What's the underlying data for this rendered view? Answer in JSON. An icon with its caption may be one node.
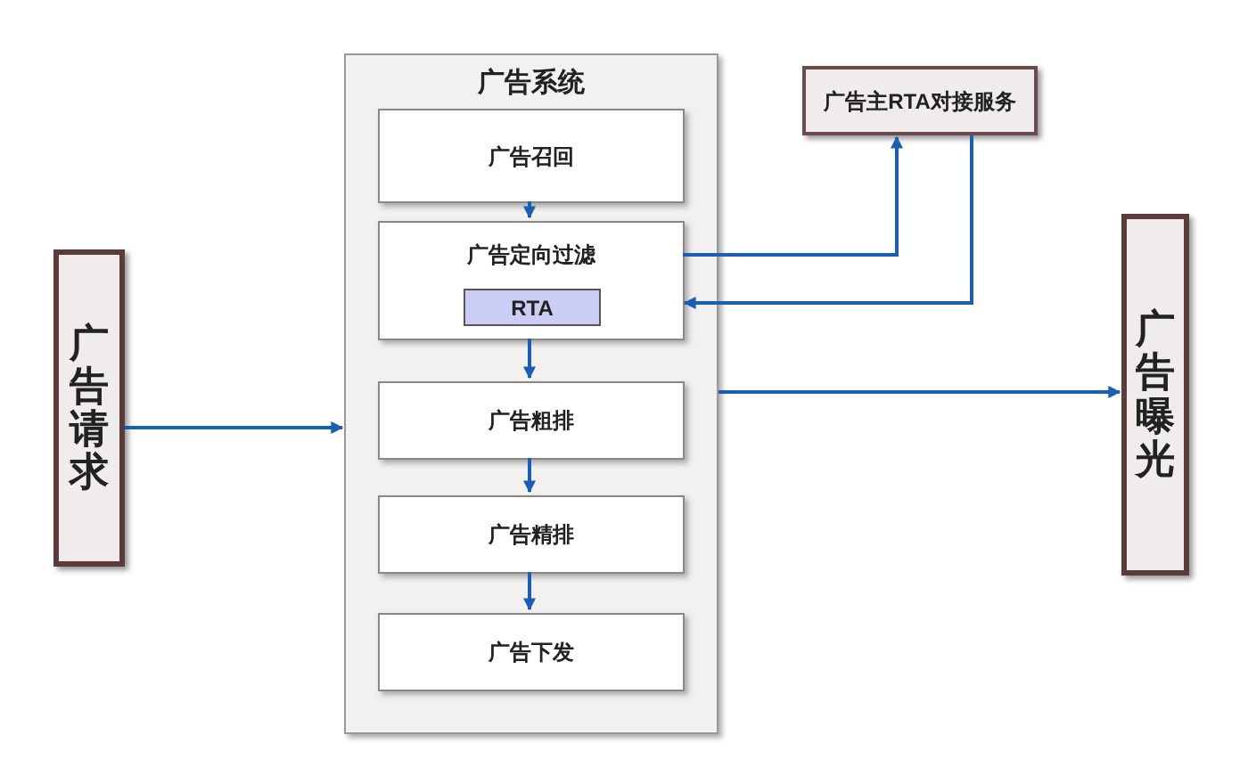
{
  "diagram": {
    "nodes": [
      {
        "text": [
          "广告请求"
        ]
      },
      {
        "text": [
          "广告系统"
        ]
      },
      {
        "text": [
          "广告召回"
        ],
        "in": 1
      },
      {
        "text": [
          "广告定向过滤"
        ],
        "in": 1
      },
      {
        "text": [
          "RTA"
        ],
        "in": 3
      },
      {
        "text": [
          "广告粗排"
        ],
        "in": 1
      },
      {
        "text": [
          "广告精排"
        ],
        "in": 1
      },
      {
        "text": [
          "广告下发"
        ],
        "in": 1
      },
      {
        "text": [
          "广告主RTA对接服务"
        ]
      },
      {
        "text": [
          "广告曝光"
        ]
      }
    ],
    "edges": [
      {
        "from": 0,
        "to": 1,
        "arrow": "to"
      },
      {
        "from": 2,
        "to": 3,
        "arrow": "to"
      },
      {
        "from": 3,
        "to": 5,
        "arrow": "to"
      },
      {
        "from": 5,
        "to": 6,
        "arrow": "to"
      },
      {
        "from": 6,
        "to": 7,
        "arrow": "to"
      },
      {
        "from": 3,
        "to": 8,
        "arrow": "to"
      },
      {
        "from": 8,
        "to": 3,
        "arrow": "to"
      },
      {
        "from": 1,
        "to": 9,
        "arrow": "to"
      }
    ]
  }
}
